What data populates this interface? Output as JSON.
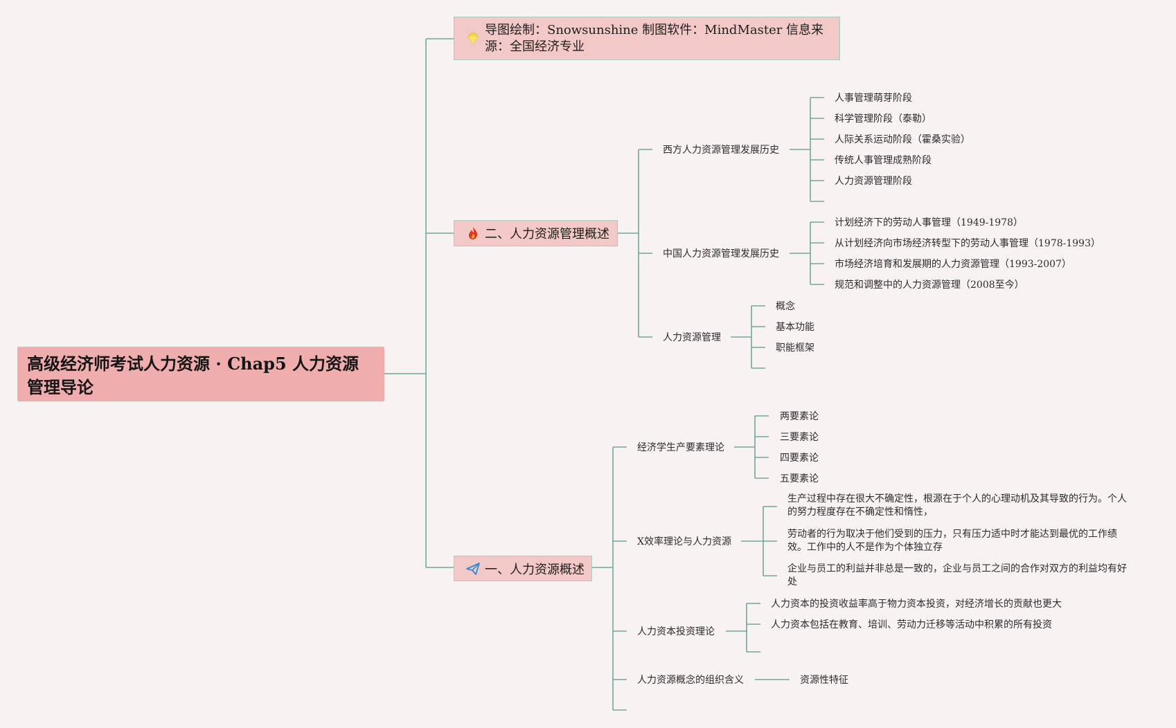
{
  "root": {
    "title": "高级经济师考试人力资源 · Chap5 人力资源管理导论"
  },
  "info": {
    "icon": "diamond-icon",
    "text": "导图绘制：Snowsunshine 制图软件：MindMaster 信息来源：全国经济专业"
  },
  "section2": {
    "icon": "fire-icon",
    "title": "二、人力资源管理概述",
    "western": {
      "label": "西方人力资源管理发展历史",
      "items": [
        "人事管理萌芽阶段",
        "科学管理阶段（泰勒）",
        "人际关系运动阶段（霍桑实验）",
        "传统人事管理成熟阶段",
        "人力资源管理阶段"
      ]
    },
    "china": {
      "label": "中国人力资源管理发展历史",
      "items": [
        "计划经济下的劳动人事管理（1949-1978）",
        "从计划经济向市场经济转型下的劳动人事管理（1978-1993）",
        "市场经济培育和发展期的人力资源管理（1993-2007）",
        "规范和调整中的人力资源管理（2008至今）"
      ]
    },
    "hrm": {
      "label": "人力资源管理",
      "items": [
        "概念",
        "基本功能",
        "职能框架"
      ]
    }
  },
  "section1": {
    "icon": "paper-plane-icon",
    "title": "一、人力资源概述",
    "factor": {
      "label": "经济学生产要素理论",
      "items": [
        "两要素论",
        "三要素论",
        "四要素论",
        "五要素论"
      ]
    },
    "xeff": {
      "label": "X效率理论与人力资源",
      "items": [
        "生产过程中存在很大不确定性，根源在于个人的心理动机及其导致的行为。个人的努力程度存在不确定性和惰性，",
        "劳动者的行为取决于他们受到的压力，只有压力适中时才能达到最优的工作绩效。工作中的人不是作为个体独立存",
        "企业与员工的利益并非总是一致的，企业与员工之间的合作对双方的利益均有好处"
      ]
    },
    "capital": {
      "label": "人力资本投资理论",
      "items": [
        "人力资本的投资收益率高于物力资本投资，对经济增长的贡献也更大",
        "人力资本包括在教育、培训、劳动力迁移等活动中积累的所有投资"
      ]
    },
    "org": {
      "label": "人力资源概念的组织含义",
      "items": [
        "资源性特征"
      ]
    }
  },
  "colors": {
    "line": "#6fa89b",
    "box": "#f3c9c7",
    "root": "#f0adad",
    "background": "#f8f2f3"
  }
}
